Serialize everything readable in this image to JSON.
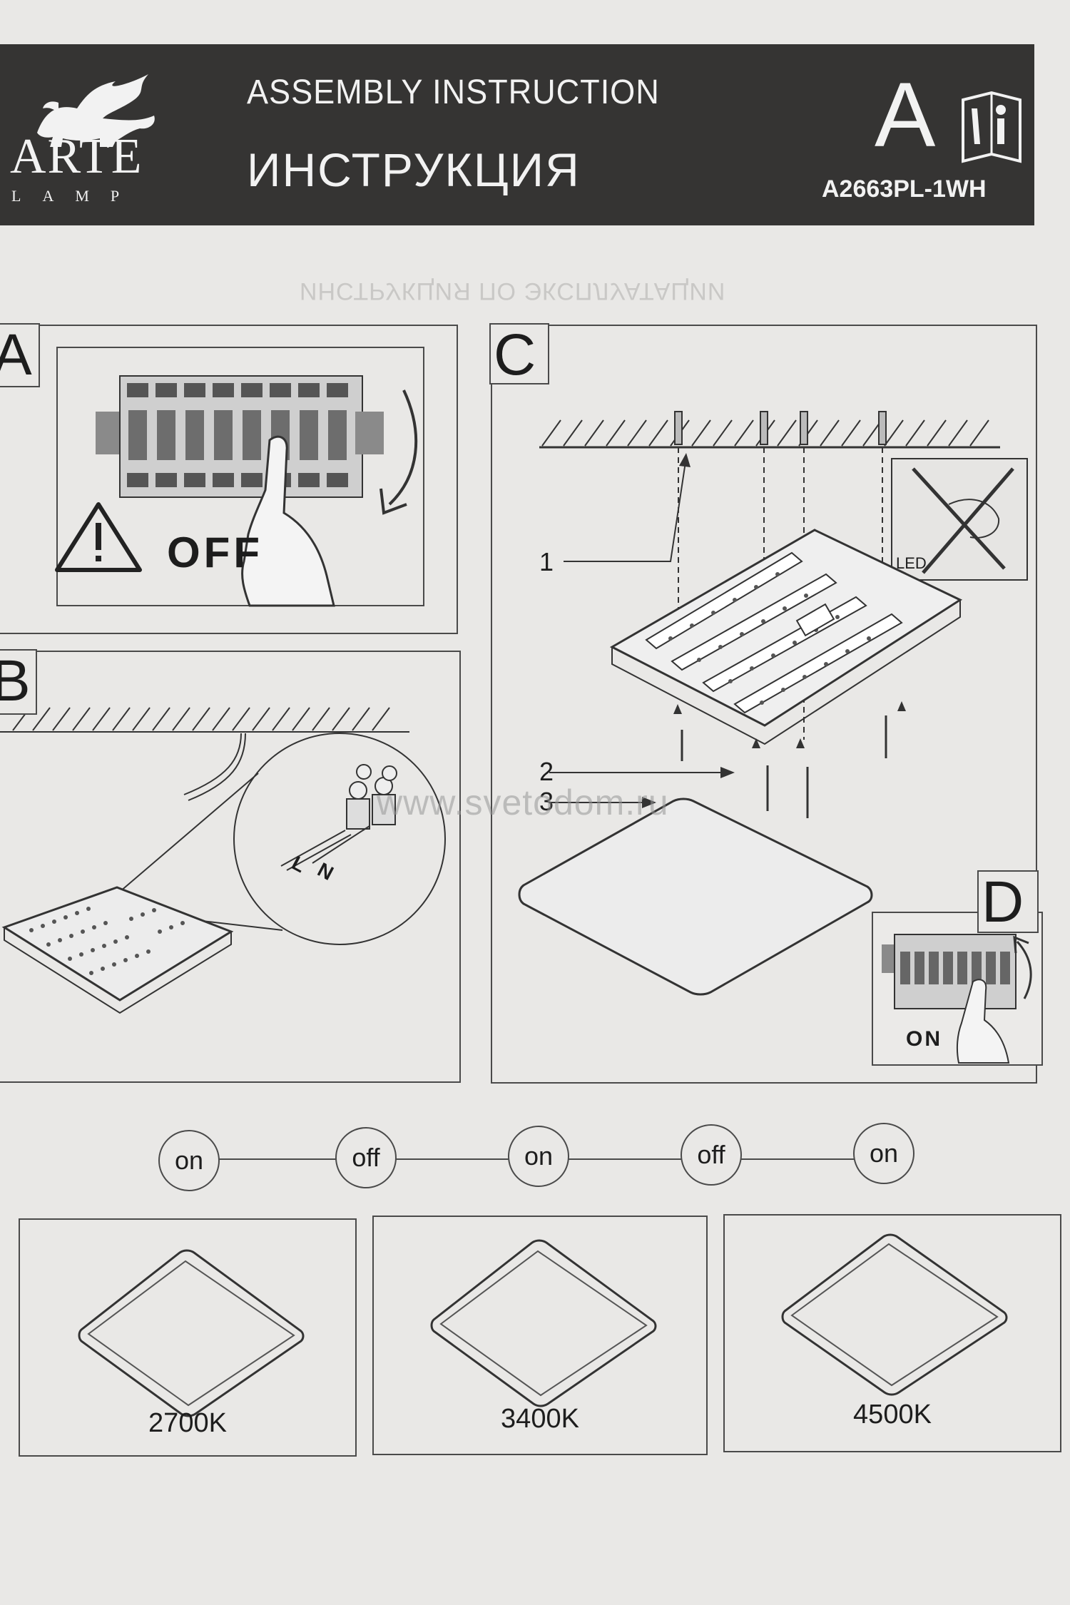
{
  "header": {
    "brand": "ARTE",
    "brand_sub": "LAMP",
    "title_en": "ASSEMBLY INSTRUCTION",
    "title_ru": "ИНСТРУКЦИЯ",
    "section_letter": "A",
    "model": "A2663PL-1WH",
    "icon": "instruction-book-icon"
  },
  "mirrored_text": "ИНСТРУКЦИЯ ПО ЭКСПЛУАТАЦИИ",
  "panels": {
    "a": {
      "letter": "A",
      "warning_label": "OFF",
      "icons": [
        "circuit-breaker-icon",
        "warning-triangle-icon",
        "hand-icon"
      ]
    },
    "b": {
      "letter": "B",
      "terminal_labels": [
        "L",
        "N"
      ]
    },
    "c": {
      "letter": "C",
      "callouts": [
        "1",
        "2",
        "3"
      ],
      "no_touch_label": "LED"
    },
    "d": {
      "letter": "D",
      "label": "ON"
    }
  },
  "watermark": "www.svetodom.ru",
  "switch_sequence": [
    "on",
    "off",
    "on",
    "off",
    "on"
  ],
  "color_temperatures": [
    "2700K",
    "3400K",
    "4500K"
  ]
}
